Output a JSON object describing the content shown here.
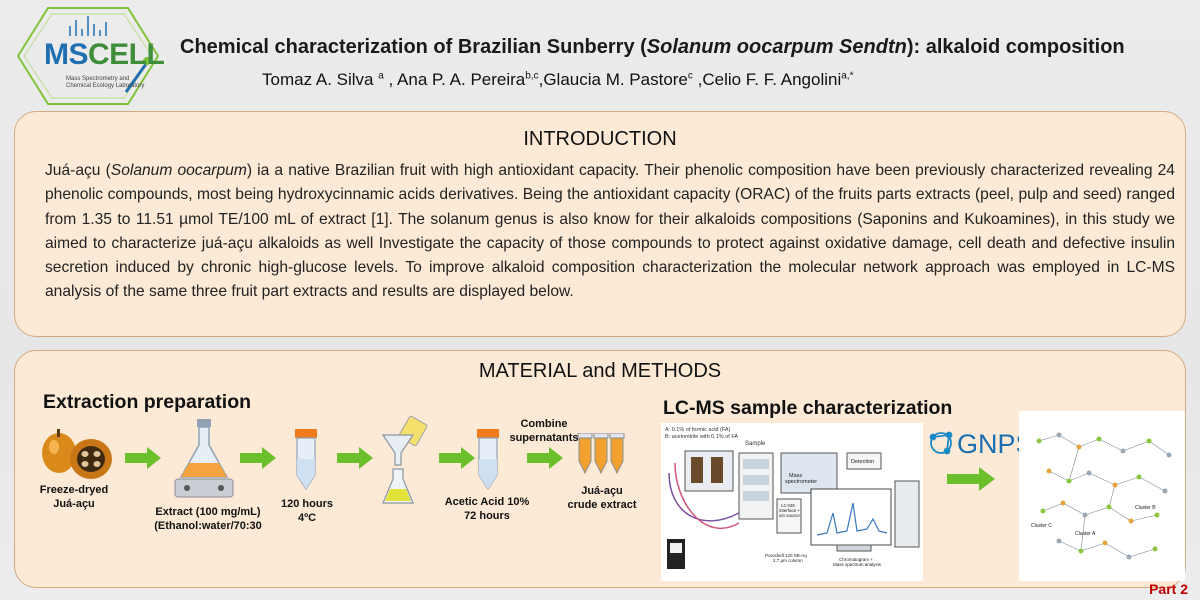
{
  "header": {
    "logo": {
      "ms": "MS",
      "cell": "CELL",
      "subtitle": "Mass Spectrometry and Chemical Ecology Laboratory"
    },
    "title_prefix": "Chemical characterization of Brazilian Sunberry (",
    "title_italic": "Solanum oocarpum Sendtn",
    "title_suffix": "): alkaloid composition",
    "authors": [
      {
        "name": "Tomaz A. Silva",
        "sup": "a",
        "sep": " , "
      },
      {
        "name": "Ana P. A. Pereira",
        "sup": "b,c",
        "sep": ","
      },
      {
        "name": "Glaucia M. Pastore",
        "sup": "c",
        "sep": " ,"
      },
      {
        "name": "Celio F. F. Angolini",
        "sup": "a,*",
        "sep": ""
      }
    ]
  },
  "introduction": {
    "heading": "INTRODUCTION",
    "lead": "Juá-açu (",
    "lead_italic": "Solanum oocarpum",
    "body": ") ia a  native Brazilian fruit with high antioxidant capacity. Their phenolic composition have been previously characterized revealing 24 phenolic compounds, most being hydroxycinnamic acids derivatives. Being the antioxidant capacity (ORAC) of the fruits parts extracts (peel, pulp and seed) ranged from 1.35 to 11.51 µmol TE/100 mL of extract [1].  The solanum genus is also know for their alkaloids compositions (Saponins and Kukoamines), in this study we aimed to characterize juá-açu alkaloids  as well Investigate the capacity of those compounds to protect against oxidative damage, cell death and defective insulin secretion induced by chronic high-glucose levels.  To improve alkaloid composition characterization the molecular network approach was employed in LC-MS analysis of the same three fruit part extracts and results are displayed below."
  },
  "methods": {
    "heading": "MATERIAL and METHODS",
    "extraction": {
      "heading": "Extraction preparation",
      "steps": {
        "fruit": "Freeze-dryed\nJuá-açu",
        "extract": "Extract (100 mg/mL)\n(Ethanol:water/70:30",
        "wait": "120 hours\n4ºC",
        "acid": "Acetic Acid 10%\n72 hours",
        "combine": "Combine\nsupernatants",
        "crude": "Juá-açu\ncrude extract"
      }
    },
    "lcms": {
      "heading": "LC-MS sample characterization",
      "mobile_a": "A: 0.1% of formic acid (FA)",
      "mobile_b": "B: acetonitrile with 0.1% of FA",
      "sample": "Sample",
      "detection": "Detection",
      "mass_spec": "Mass\nspectrometer",
      "interface": "LC-MS\ninterface +\nion source",
      "column": "Poroshell 120 SB-Aq\n2.7 µm column",
      "chromatogram": "Chromatogram +\nMass spectrum analysis",
      "gnps": "GNPS",
      "cluster_labels": [
        "Cluster A",
        "Cluster B",
        "Cluster C"
      ]
    }
  },
  "footer": {
    "part": "Part 2"
  },
  "colors": {
    "panel_bg": "#fce9d6",
    "panel_border": "#d3aa82",
    "arrow_green": "#6bbf2a",
    "logo_blue": "#1f6fb1",
    "logo_green": "#3f8f3a",
    "part_red": "#c00000"
  }
}
